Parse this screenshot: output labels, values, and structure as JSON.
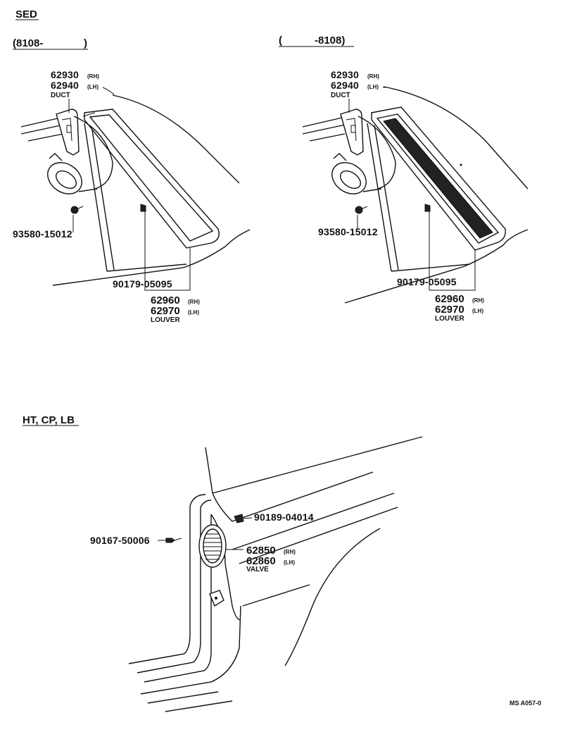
{
  "sections": {
    "sed": {
      "title": "SED",
      "left": {
        "range": "(8108-",
        "range_close": ")",
        "duct_rh": "62930",
        "duct_lh": "62940",
        "duct_rh_sfx": "(RH)",
        "duct_lh_sfx": "(LH)",
        "duct_name": "DUCT",
        "screw": "93580-15012",
        "clip": "90179-05095",
        "louver_rh": "62960",
        "louver_lh": "62970",
        "louver_rh_sfx": "(RH)",
        "louver_lh_sfx": "(LH)",
        "louver_name": "LOUVER"
      },
      "right": {
        "range_open": "(",
        "range": "-8108)",
        "duct_rh": "62930",
        "duct_lh": "62940",
        "duct_rh_sfx": "(RH)",
        "duct_lh_sfx": "(LH)",
        "duct_name": "DUCT",
        "screw": "93580-15012",
        "clip": "90179-05095",
        "louver_rh": "62960",
        "louver_lh": "62970",
        "louver_rh_sfx": "(RH)",
        "louver_lh_sfx": "(LH)",
        "louver_name": "LOUVER"
      }
    },
    "ht": {
      "title": "HT, CP, LB",
      "clip": "90189-04014",
      "screw": "90167-50006",
      "valve_rh": "62850",
      "valve_lh": "62860",
      "valve_rh_sfx": "(RH)",
      "valve_lh_sfx": "(LH)",
      "valve_name": "VALVE"
    },
    "drawing_code": "MS A057-0"
  }
}
